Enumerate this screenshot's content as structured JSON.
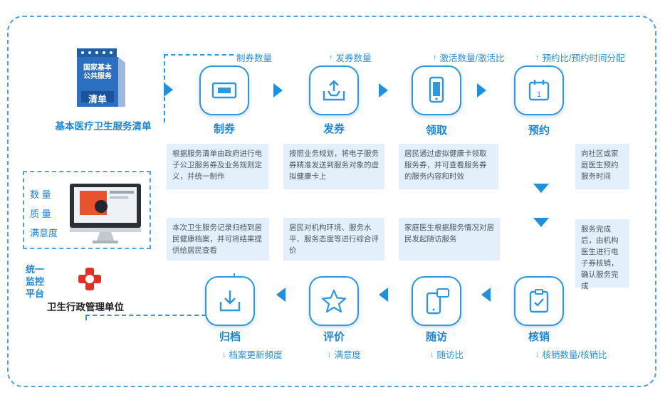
{
  "list_badge": {
    "lines": [
      "国家基本",
      "公共服务"
    ],
    "word": "清单"
  },
  "list_caption": "基本医疗卫生服务清单",
  "monitor": {
    "items": [
      "数 量",
      "质 量",
      "满意度"
    ]
  },
  "platform_label": "统一\n监控\n平台",
  "authority_label": "卫生行政管理单位",
  "steps": [
    {
      "label": "制券",
      "metric": "制券数量",
      "desc": "根据服务清单由政府进行电子公卫服务券及业务规则定义，并统一制作"
    },
    {
      "label": "发券",
      "metric": "发券数量",
      "desc": "按照业务规划，将电子服务券精准发送到服务对象的虚拟健康卡上"
    },
    {
      "label": "领取",
      "metric": "激活数量/激活比",
      "desc": "居民通过虚拟健康卡领取服务券，并可查看服务券的服务内容和时效"
    },
    {
      "label": "预约",
      "metric": "预约比/预约时间分配",
      "desc": "向社区或家庭医生预约服务时间"
    },
    {
      "label": "核销",
      "metric": "核销数量/核销比",
      "desc": "服务完成后，由机构医生进行电子券核销，确认服务完成"
    },
    {
      "label": "随访",
      "metric": "随访比",
      "desc": "家庭医生根据服务情况对居民发起随访服务"
    },
    {
      "label": "评价",
      "metric": "满意度",
      "desc": "居民对机构环境、服务水平、服务态度等进行综合评价"
    },
    {
      "label": "归档",
      "metric": "档案更新频度",
      "desc": "本次卫生服务记录归档到居民健康档案，并可将结果提供给居民查看"
    }
  ],
  "colors": {
    "accent": "#1f86d6",
    "border": "#4fa3e0",
    "desc_bg": "#e3f0fb"
  }
}
